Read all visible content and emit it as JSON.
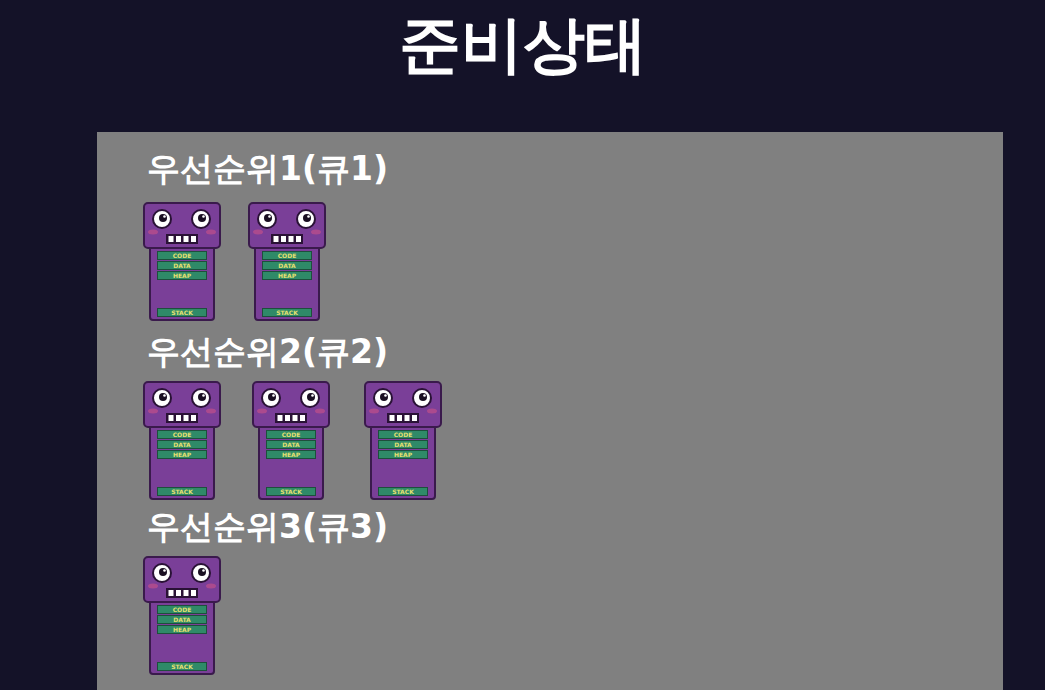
{
  "diagram": {
    "title": "준비상태",
    "nodes": [
      {
        "text": [
          "CODE",
          "DATA",
          "HEAP",
          "STACK"
        ]
      },
      {
        "text": [
          "CODE",
          "DATA",
          "HEAP",
          "STACK"
        ]
      },
      {
        "text": [
          "CODE",
          "DATA",
          "HEAP",
          "STACK"
        ]
      },
      {
        "text": [
          "CODE",
          "DATA",
          "HEAP",
          "STACK"
        ]
      },
      {
        "text": [
          "CODE",
          "DATA",
          "HEAP",
          "STACK"
        ]
      },
      {
        "text": [
          "CODE",
          "DATA",
          "HEAP",
          "STACK"
        ]
      }
    ],
    "labels": [
      "우선순위1(큐1)",
      "우선순위2(큐2)",
      "우선순위3(큐3)"
    ]
  }
}
